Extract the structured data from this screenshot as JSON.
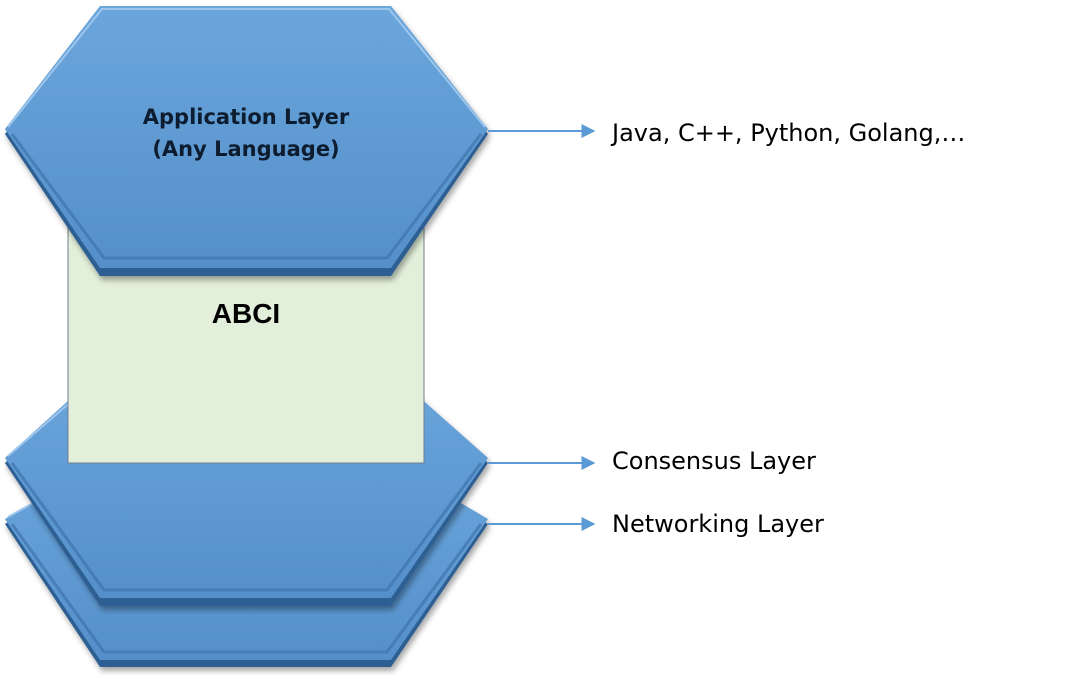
{
  "diagram": {
    "application_layer": {
      "line1": "Application Layer",
      "line2": "(Any Language)"
    },
    "abci_label": "ABCI",
    "annotations": {
      "languages": "Java, C++, Python, Golang,…",
      "consensus": "Consensus Layer",
      "networking": "Networking Layer"
    },
    "colors": {
      "hexagon_fill": "#5b9bd5",
      "hexagon_bevel_light": "#8fbde8",
      "hexagon_bevel_dark": "#2e5f92",
      "abci_fill": "#e2efda",
      "arrow": "#5b9bd5",
      "text": "#000000",
      "app_text": "#0b1a2e"
    }
  }
}
